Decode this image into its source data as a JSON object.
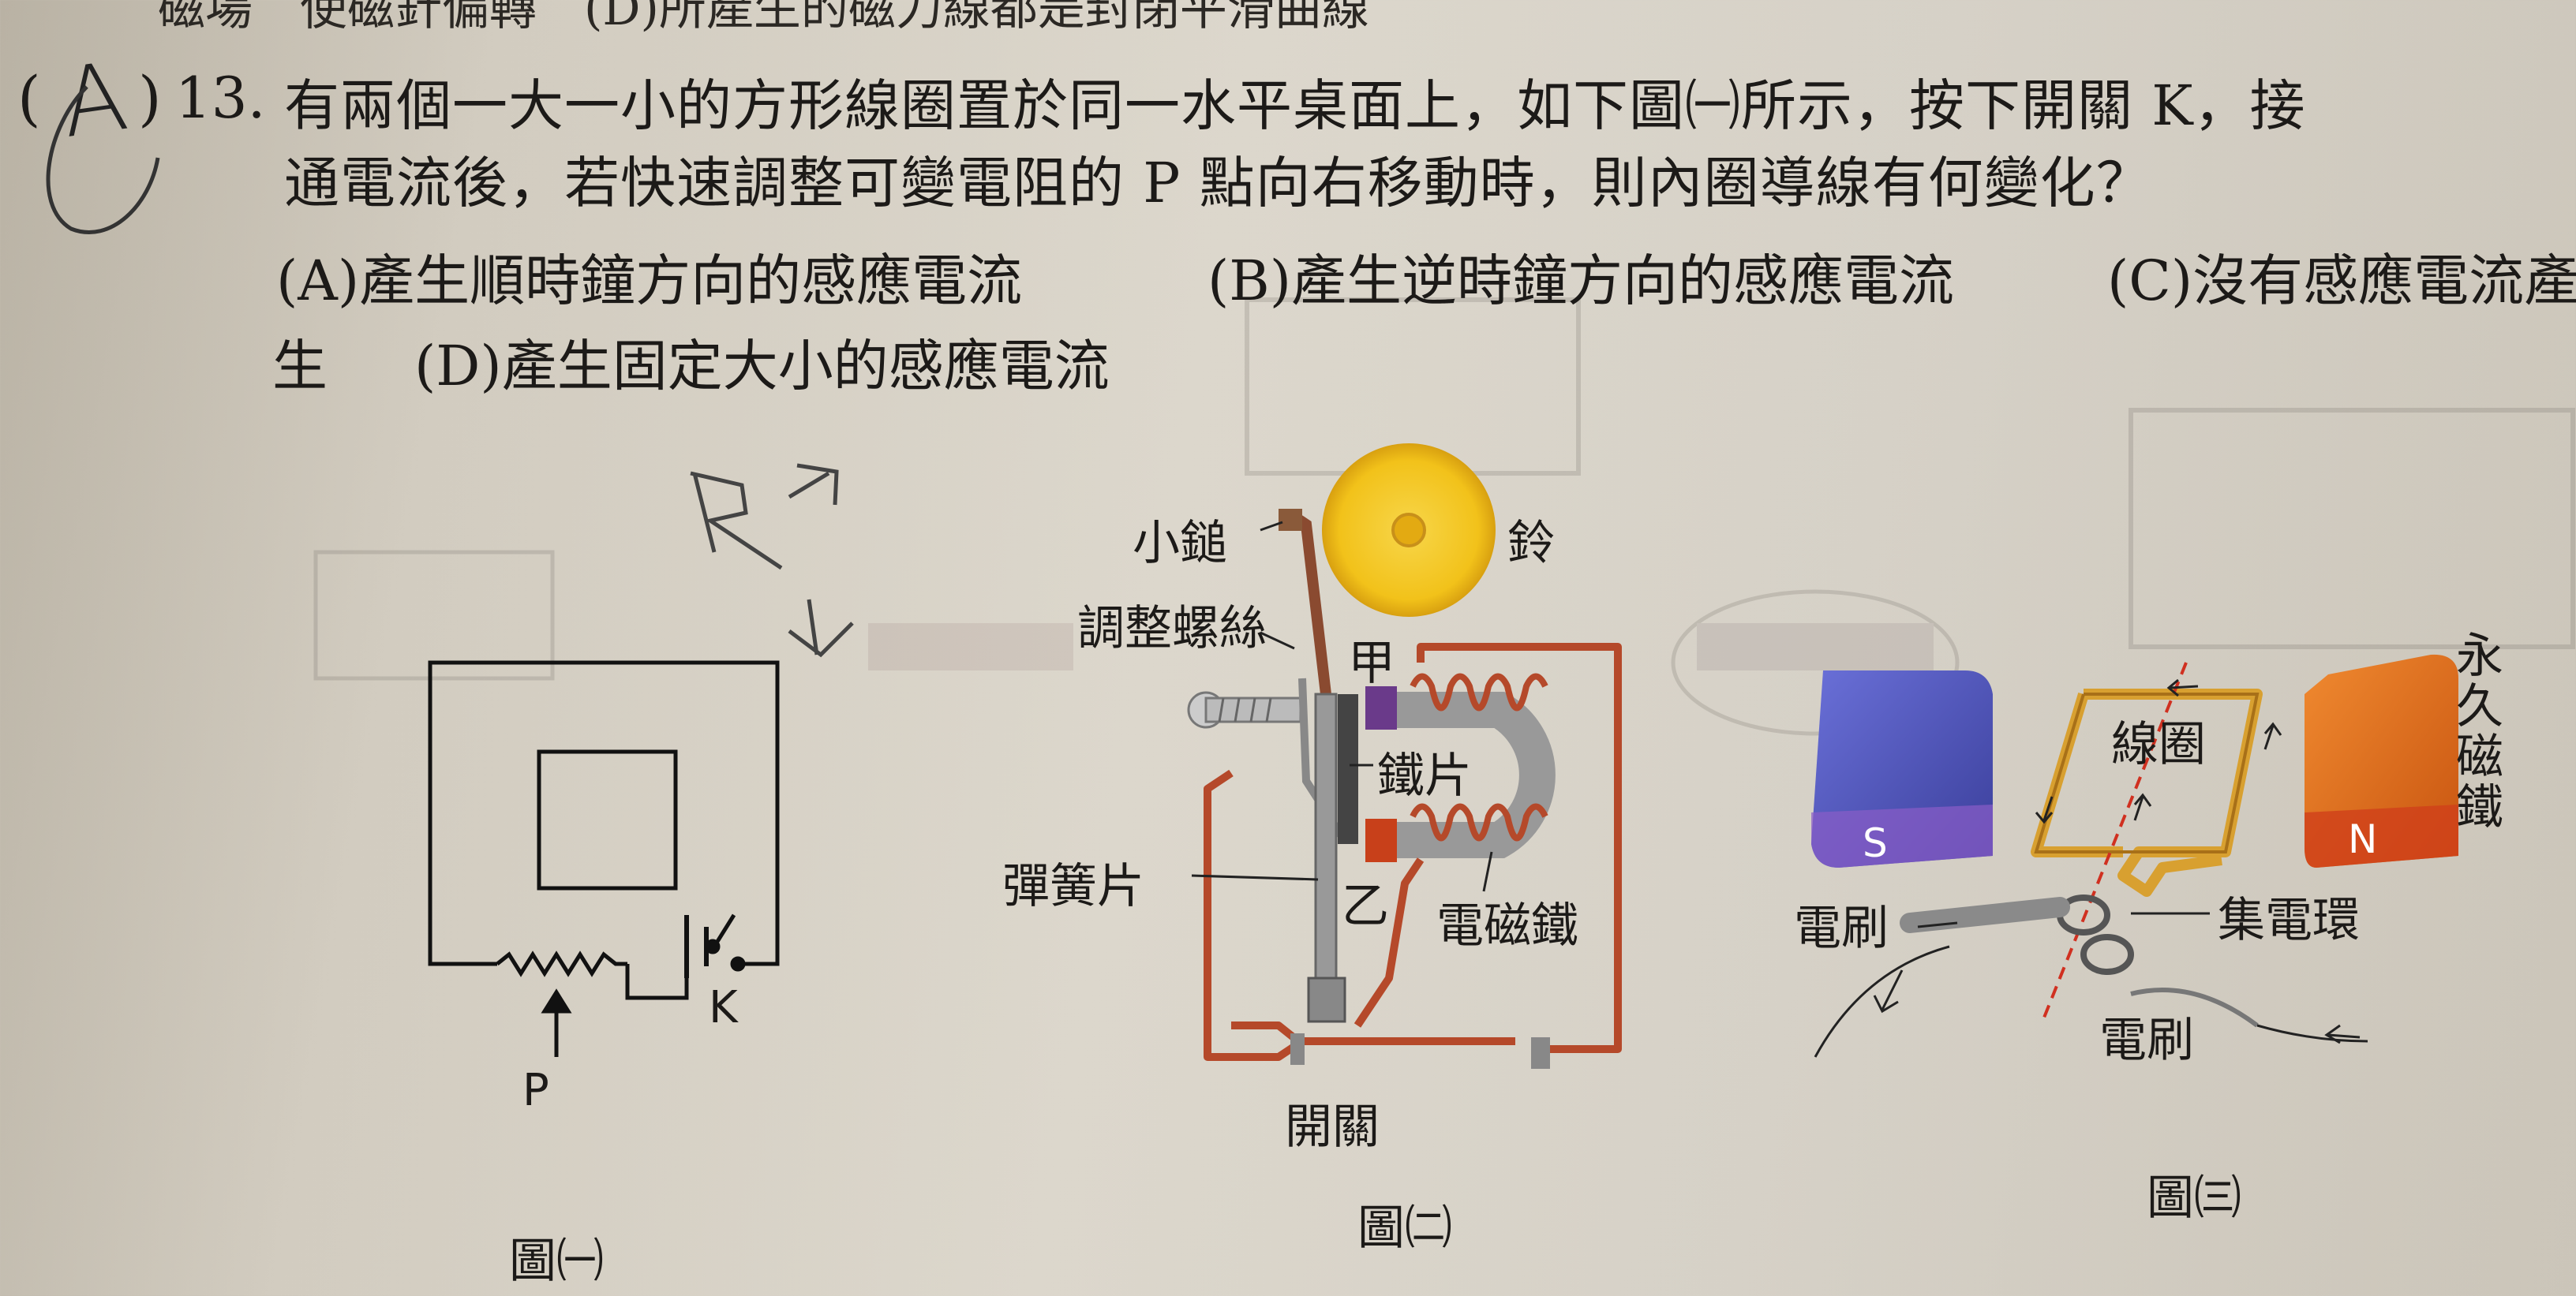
{
  "top_line": "磁場　使磁針偏轉　(D)所產生的磁力線都是封閉平滑曲線",
  "question": {
    "answer_mark": "A",
    "paren_left": "(",
    "paren_right": ")",
    "number": "13.",
    "line1": "有兩個一大一小的方形線圈置於同一水平桌面上，如下圖㈠所示，按下開關 K，接",
    "line2": "通電流後，若快速調整可變電阻的 P 點向右移動時，則內圈導線有何變化？",
    "option_a": "(A)產生順時鐘方向的感應電流",
    "option_b": "(B)產生逆時鐘方向的感應電流",
    "option_c": "(C)沒有感應電流產",
    "option_c_cont": "生",
    "option_d": "(D)產生固定大小的感應電流"
  },
  "handwriting": {
    "r_note": "R↑",
    "i_note": "I↓"
  },
  "figure1": {
    "caption": "圖㈠",
    "label_p": "P",
    "label_k": "K"
  },
  "figure2": {
    "caption": "圖㈡",
    "labels": {
      "hammer": "小鎚",
      "bell": "鈴",
      "screw": "調整螺絲",
      "jia": "甲",
      "iron": "鐵片",
      "spring": "彈簧片",
      "yi": "乙",
      "electromagnet": "電磁鐵",
      "switch": "開關"
    }
  },
  "figure3": {
    "caption": "圖㈢",
    "labels": {
      "coil": "線圈",
      "permanent_magnet": "永久磁鐵",
      "s": "S",
      "n": "N",
      "brush1": "電刷",
      "slip_ring": "集電環",
      "brush2": "電刷"
    }
  },
  "colors": {
    "wire_red": "#b5492a",
    "magnet_blue": "#4a4fb5",
    "magnet_orange": "#e06a1c",
    "bell_yellow": "#f2c21a"
  }
}
